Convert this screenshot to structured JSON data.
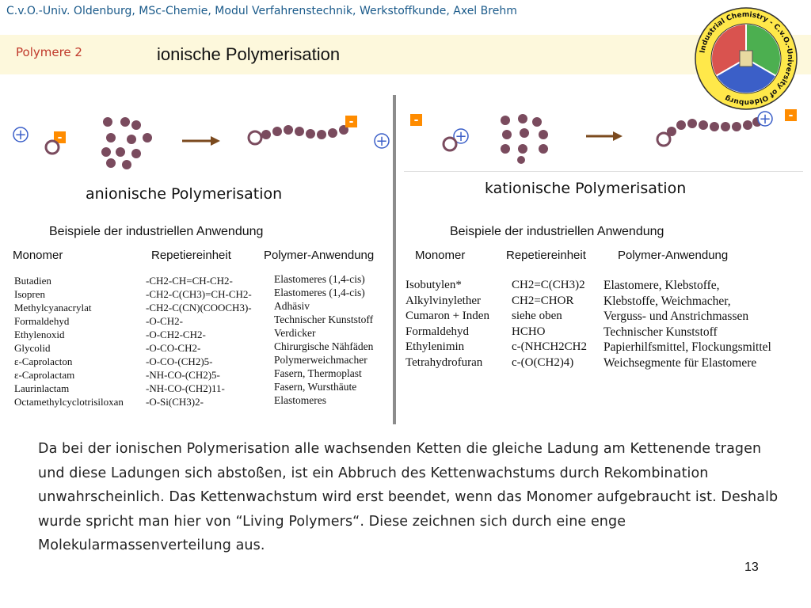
{
  "header": {
    "line": "C.v.O.-Univ. Oldenburg, MSc-Chemie, Modul Verfahrenstechnik, Werkstoffkunde, Axel Brehm",
    "section": "Polymere 2",
    "title": "ionische Polymerisation"
  },
  "logo": {
    "ring_text": "Industrial Chemistry - C.v.O.-University of Oldenburg",
    "colors": {
      "red": "#d9534f",
      "green": "#4caf50",
      "blue": "#3b5fc8",
      "ring": "#ffe84a"
    }
  },
  "schematic": {
    "plus": "+",
    "minus": "-",
    "bead_color": "#7a4b5e",
    "arrow_color": "#7b4a1e"
  },
  "anionic": {
    "title": "anionische Polymerisation",
    "examples_label": "Beispiele der industriellen Anwendung",
    "col_monomer": "Monomer",
    "col_repeat": "Repetiereinheit",
    "col_use": "Polymer-Anwendung",
    "monomers": [
      "Butadien",
      "Isopren",
      "Methylcyanacrylat",
      "Formaldehyd",
      "Ethylenoxid",
      "Glycolid",
      "ε-Caprolacton",
      "ε-Caprolactam",
      "Laurinlactam",
      "Octamethylcyclotrisiloxan"
    ],
    "repeat_units": [
      "-CH2-CH=CH-CH2-",
      "-CH2-C(CH3)=CH-CH2-",
      "-CH2-C(CN)(COOCH3)-",
      "-O-CH2-",
      "-O-CH2-CH2-",
      "-O-CO-CH2-",
      "-O-CO-(CH2)5-",
      "-NH-CO-(CH2)5-",
      "-NH-CO-(CH2)11-",
      "-O-Si(CH3)2-"
    ],
    "uses": [
      "Elastomeres (1,4-cis)",
      "Elastomeres (1,4-cis)",
      "Adhäsiv",
      "Technischer Kunststoff",
      "Verdicker",
      "Chirurgische Nähfäden",
      "Polymerweichmacher",
      "Fasern, Thermoplast",
      "Fasern, Wursthäute",
      "Elastomeres"
    ]
  },
  "cationic": {
    "title": "kationische Polymerisation",
    "examples_label": "Beispiele der industriellen Anwendung",
    "col_monomer": "Monomer",
    "col_repeat": "Repetiereinheit",
    "col_use": "Polymer-Anwendung",
    "monomers": [
      "Isobutylen*",
      "Alkylvinylether",
      "Cumaron + Inden",
      "Formaldehyd",
      "Ethylenimin",
      "Tetrahydrofuran"
    ],
    "repeat_units": [
      "CH2=C(CH3)2",
      "CH2=CHOR",
      "siehe oben",
      "HCHO",
      "c-(NHCH2CH2",
      "c-(O(CH2)4)"
    ],
    "uses": [
      "Elastomere, Klebstoffe,",
      "Klebstoffe, Weichmacher,",
      "Verguss- und Anstrichmassen",
      "Technischer Kunststoff",
      "Papierhilfsmittel, Flockungsmittel",
      "Weichsegmente für Elastomere"
    ]
  },
  "paragraph": "Da bei der ionischen Polymerisation alle wachsenden Ketten die gleiche Ladung am Kettenende tragen und diese Ladungen sich abstoßen, ist ein Abbruch des Kettenwachstums durch Rekombination unwahrscheinlich. Das Kettenwachstum wird erst beendet, wenn das Monomer aufgebraucht ist. Deshalb wurde spricht man hier von “Living Polymers“. Diese zeichnen sich durch eine enge Molekularmassenverteilung aus.",
  "page_number": "13"
}
